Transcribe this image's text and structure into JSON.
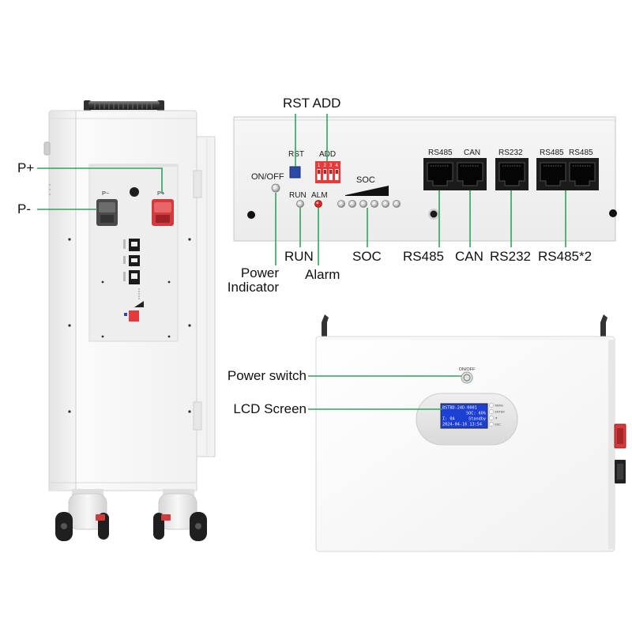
{
  "callouts": {
    "p_plus": "P+",
    "p_minus": "P-",
    "rst_add": "RST ADD",
    "power_indicator_line1": "Power",
    "power_indicator_line2": "Indicator",
    "run": "RUN",
    "alarm": "Alarm",
    "soc": "SOC",
    "rs485": "RS485",
    "can": "CAN",
    "rs232": "RS232",
    "rs485x2": "RS485*2",
    "power_switch": "Power switch",
    "lcd_screen": "LCD Screen"
  },
  "tower": {
    "terminal_negative_label": "P−",
    "terminal_positive_label": "P+"
  },
  "panel": {
    "on_off": "ON/OFF",
    "rst": "RST",
    "add": "ADD",
    "dip_numbers": [
      "1",
      "2",
      "3",
      "4"
    ],
    "run": "RUN",
    "alm": "ALM",
    "soc": "SOC",
    "port_labels": [
      "RS485",
      "CAN",
      "RS232",
      "RS485",
      "RS485"
    ]
  },
  "wall_unit": {
    "switch_label": "ON/OFF",
    "lcd_lines": {
      "model": "BSTBD-24D-0001",
      "soc": "SOC: 60%",
      "current": "I: 0A",
      "status": "Standby",
      "datetime": "2024-04-16 13:54"
    },
    "buttons": [
      "MENU",
      "ENTER",
      "▼",
      "ESC"
    ]
  },
  "colors": {
    "callout_line": "#2ea35c",
    "positive_terminal": "#d23a3e",
    "negative_terminal": "#4a4a4a",
    "rst_button": "#2b4aa8",
    "dip_switch": "#e53b3b",
    "alarm_led": "#d62828",
    "lcd_background": "#1c3fd4"
  }
}
